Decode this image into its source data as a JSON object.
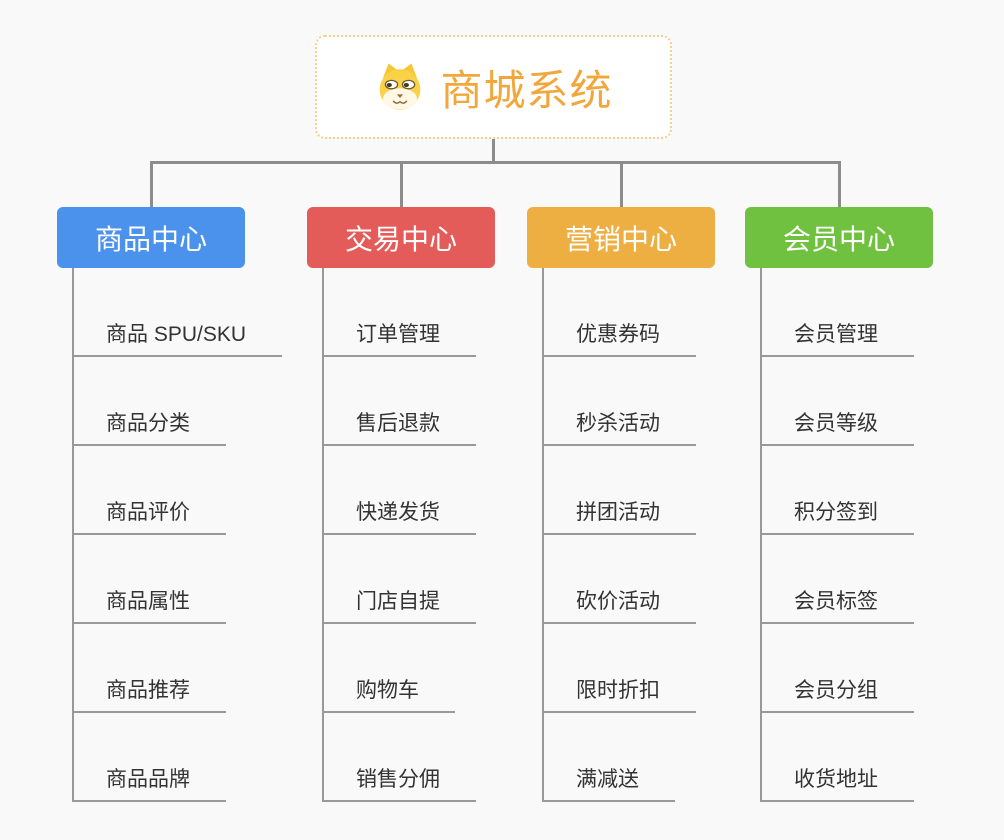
{
  "root": {
    "title": "商城系统",
    "icon": "dog-face-icon"
  },
  "branches": [
    {
      "label": "商品中心",
      "color": "#4B92EC",
      "items": [
        "商品 SPU/SKU",
        "商品分类",
        "商品评价",
        "商品属性",
        "商品推荐",
        "商品品牌"
      ]
    },
    {
      "label": "交易中心",
      "color": "#E35C59",
      "items": [
        "订单管理",
        "售后退款",
        "快递发货",
        "门店自提",
        "购物车",
        "销售分佣"
      ]
    },
    {
      "label": "营销中心",
      "color": "#EDAE42",
      "items": [
        "优惠券码",
        "秒杀活动",
        "拼团活动",
        "砍价活动",
        "限时折扣",
        "满减送"
      ]
    },
    {
      "label": "会员中心",
      "color": "#6FC13F",
      "items": [
        "会员管理",
        "会员等级",
        "积分签到",
        "会员标签",
        "会员分组",
        "收货地址"
      ]
    }
  ],
  "style_colors": {
    "background": "#F9F9F9",
    "connector": "#8C8C8C",
    "leaf_line": "#999999",
    "leaf_text": "#333333",
    "root_text": "#F2A73B",
    "root_border": "#F6CE8E",
    "header_text": "#FFFFFF"
  }
}
